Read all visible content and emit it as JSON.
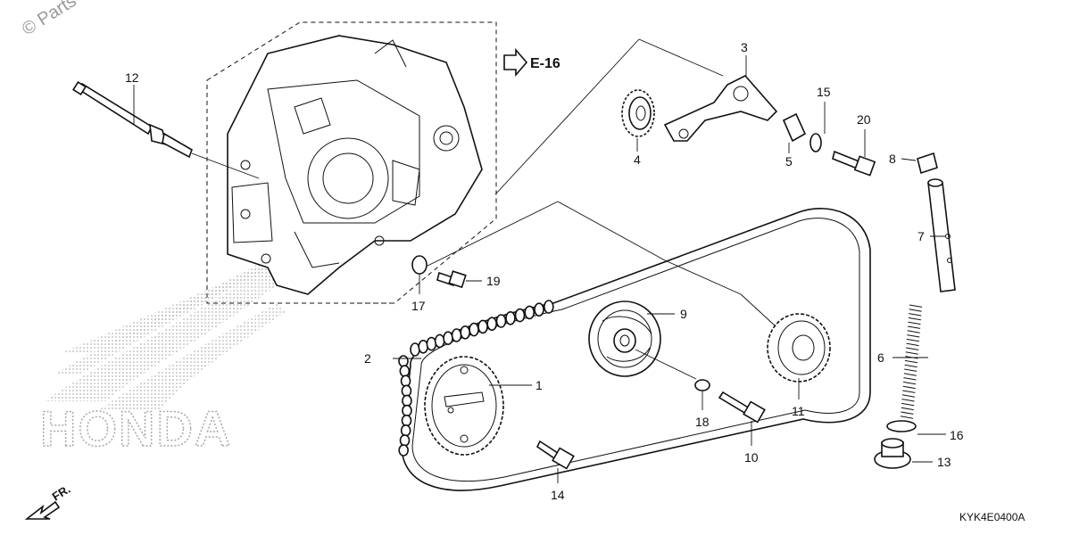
{
  "watermark": "© Parts",
  "brand": "HONDA",
  "reference": {
    "arrow": "⇨",
    "code": "E-16"
  },
  "direction": "FR.",
  "diagram_code": "KYK4E0400A",
  "callouts": [
    {
      "id": "c1",
      "number": "1"
    },
    {
      "id": "c2",
      "number": "2"
    },
    {
      "id": "c3",
      "number": "3"
    },
    {
      "id": "c4",
      "number": "4"
    },
    {
      "id": "c5",
      "number": "5"
    },
    {
      "id": "c6",
      "number": "6"
    },
    {
      "id": "c7",
      "number": "7"
    },
    {
      "id": "c8",
      "number": "8"
    },
    {
      "id": "c9",
      "number": "9"
    },
    {
      "id": "c10",
      "number": "10"
    },
    {
      "id": "c11",
      "number": "11"
    },
    {
      "id": "c12",
      "number": "12"
    },
    {
      "id": "c13",
      "number": "13"
    },
    {
      "id": "c14",
      "number": "14"
    },
    {
      "id": "c15",
      "number": "15"
    },
    {
      "id": "c16",
      "number": "16"
    },
    {
      "id": "c17",
      "number": "17"
    },
    {
      "id": "c18",
      "number": "18"
    },
    {
      "id": "c19",
      "number": "19"
    },
    {
      "id": "c20",
      "number": "20"
    }
  ],
  "colors": {
    "line": "#111111",
    "watermark": "#9a9a9a"
  }
}
